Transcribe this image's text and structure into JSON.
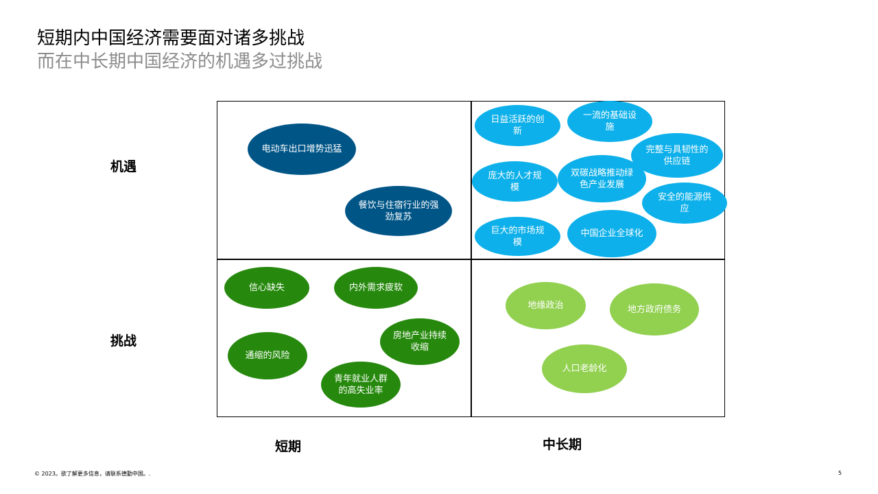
{
  "title": "短期内中国经济需要面对诸多挑战",
  "subtitle": "而在中长期中国经济的机遇多过挑战",
  "rows": [
    "机遇",
    "挑战"
  ],
  "cols": [
    "短期",
    "中长期"
  ],
  "quadrants": {
    "short_opp": [
      "电动车出口增势迅猛",
      "餐饮与住宿行业的强劲复苏"
    ],
    "long_opp": [
      "日益活跃的创新",
      "一流的基础设施",
      "完整与具韧性的供应链",
      "庞大的人才规模",
      "双碳战略推动绿色产业发展",
      "安全的能源供应",
      "巨大的市场规模",
      "中国企业全球化"
    ],
    "short_chal": [
      "信心缺失",
      "内外需求疲软",
      "通缩的风险",
      "房地产业持续收缩",
      "青年就业人群的高失业率"
    ],
    "long_chal": [
      "地缘政治",
      "地方政府债务",
      "人口老龄化"
    ]
  },
  "colors": {
    "short_opp": "#005587",
    "long_opp": "#0DB0EA",
    "short_chal": "#26890D",
    "long_chal": "#92D050"
  },
  "footer": "© 2023。欲了解更多信息，请联系德勤中国。.",
  "page_number": "5"
}
